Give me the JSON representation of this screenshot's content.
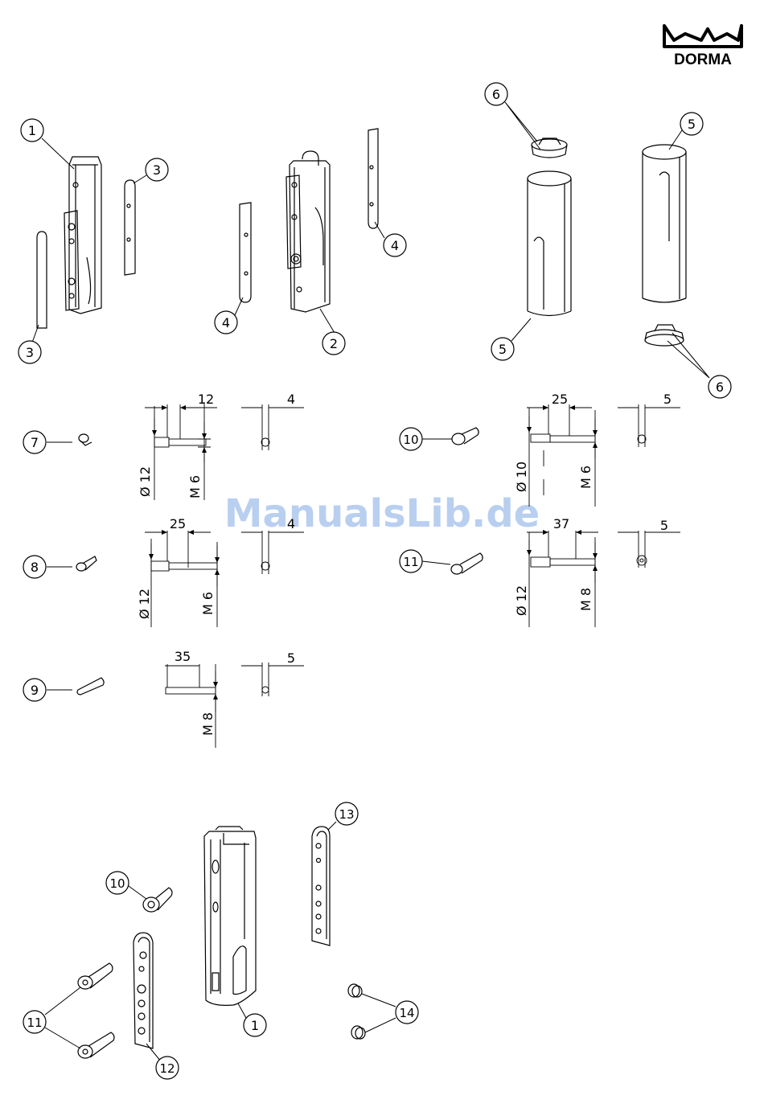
{
  "brand": {
    "name": "DORMA",
    "color": "#000000"
  },
  "watermark": {
    "text": "ManualsLib.de",
    "color": "#b9cff0"
  },
  "callouts": {
    "c1a": "1",
    "c3a": "3",
    "c3b": "3",
    "c4a": "4",
    "c2": "2",
    "c4b": "4",
    "c6a": "6",
    "c5a": "5",
    "c5b": "5",
    "c6b": "6",
    "c7": "7",
    "c8": "8",
    "c9": "9",
    "c10a": "10",
    "c11a": "11",
    "c13": "13",
    "c10b": "10",
    "c11b": "11",
    "c12": "12",
    "c1b": "1",
    "c14": "14"
  },
  "dimensions": {
    "p7": {
      "length": "12",
      "head": "Ø 12",
      "thread": "M 6",
      "hex": "4"
    },
    "p8": {
      "length": "25",
      "head": "Ø 12",
      "thread": "M 6",
      "hex": "4"
    },
    "p9": {
      "length": "35",
      "thread": "M 8",
      "hex": "5"
    },
    "p10": {
      "length": "25",
      "head": "Ø 10",
      "thread": "M 6",
      "hex": "5"
    },
    "p11": {
      "length": "37",
      "head": "Ø 12",
      "thread": "M 8",
      "hex": "5"
    }
  }
}
